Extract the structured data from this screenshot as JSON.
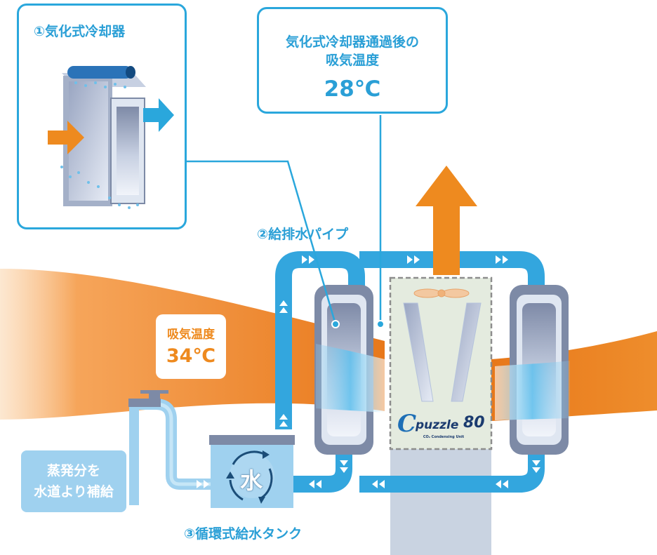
{
  "callouts": {
    "cooler_title": "①気化式冷却器",
    "outlet_temp_line1": "気化式冷却器通過後の",
    "outlet_temp_line2": "吸気温度",
    "outlet_temp_value": "28℃",
    "pipe_label": "②給排水パイプ",
    "tank_label": "③循環式給水タンク"
  },
  "intake": {
    "label": "吸気温度",
    "value": "34℃"
  },
  "refill": {
    "line1": "蒸発分を",
    "line2": "水道より補給"
  },
  "tank": {
    "glyph": "水"
  },
  "unit": {
    "brand": "puzzle",
    "brand_initial": "C",
    "model": "80",
    "subtitle": "CO₂ Condensing Unit"
  },
  "colors": {
    "accent_blue": "#2a9fd6",
    "pipe_blue": "#33a6de",
    "air_orange": "#ee8a1f",
    "unit_panel": "#e4ebdf",
    "cooler_frame": "#7d8aa6"
  }
}
